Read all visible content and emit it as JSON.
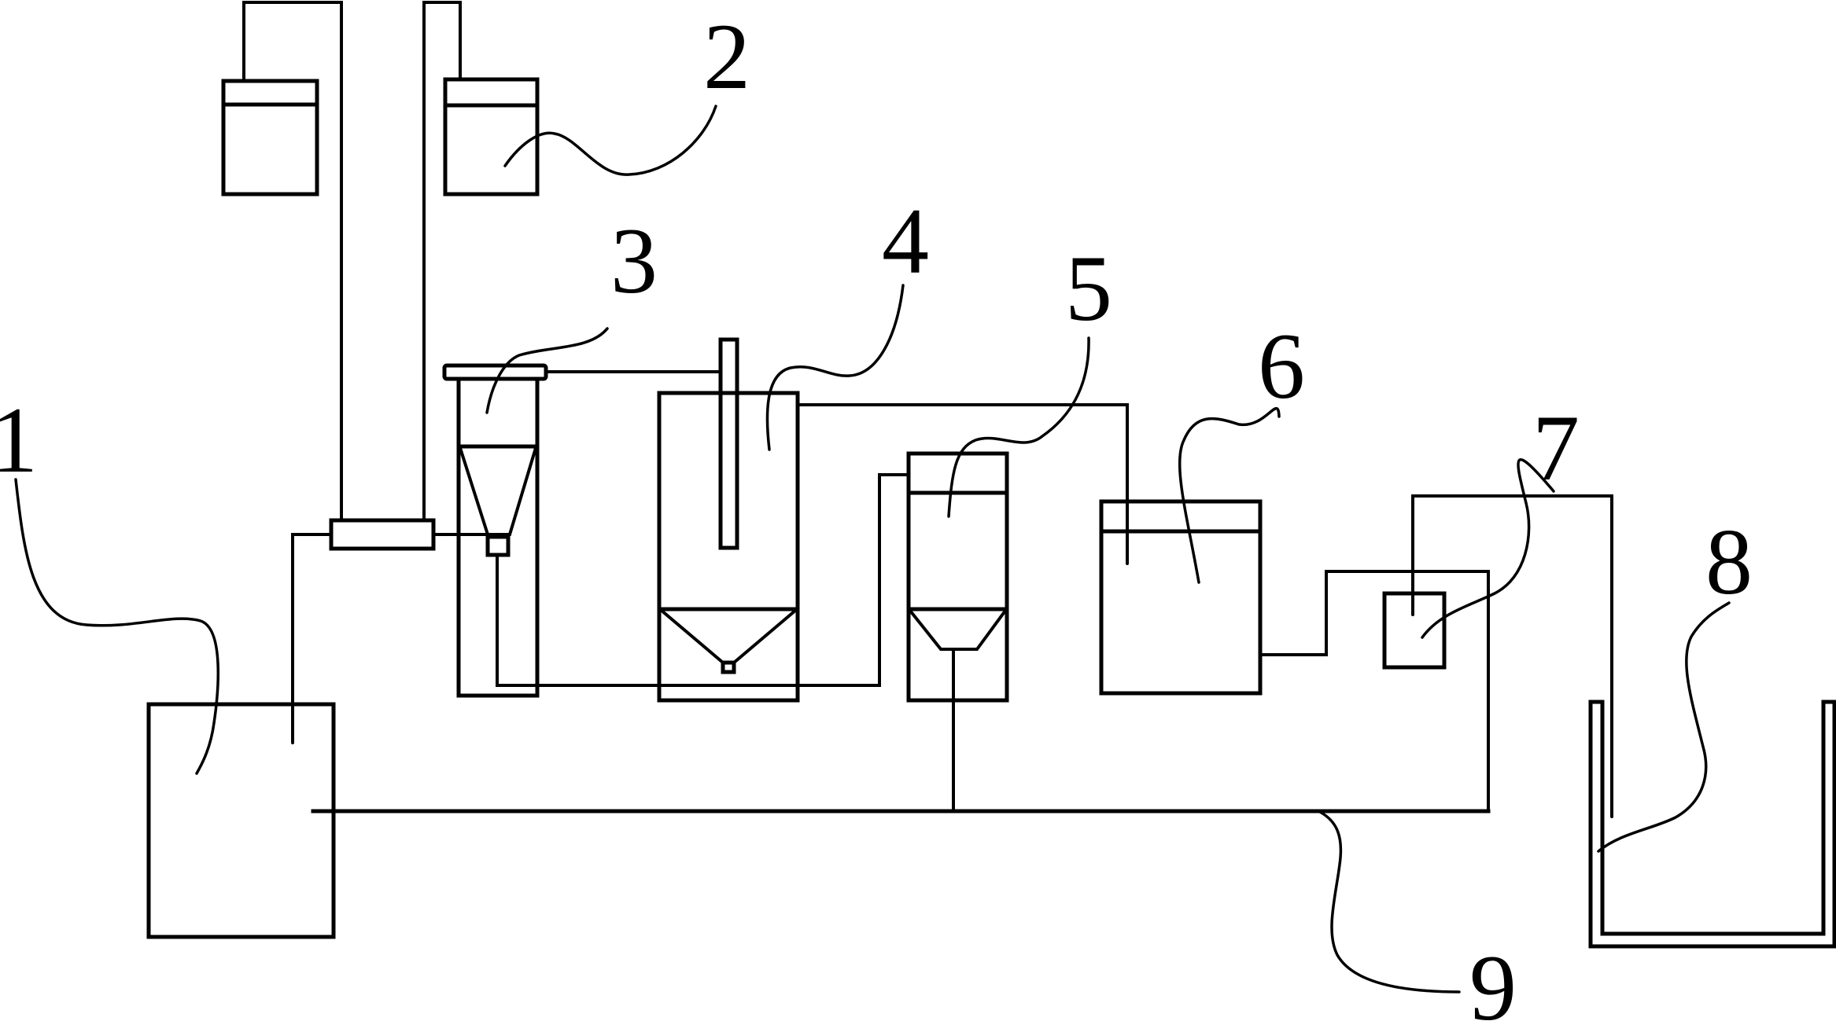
{
  "figure": {
    "type": "process-flow schematic",
    "line_color": "#000000",
    "background": "#ffffff"
  },
  "components": [
    {
      "id": "1",
      "label": "1",
      "name": "storage tank"
    },
    {
      "id": "2",
      "label": "2",
      "name": "dosing reagent bottles"
    },
    {
      "id": "3",
      "label": "3",
      "name": "conical reaction column"
    },
    {
      "id": "4",
      "label": "4",
      "name": "settling tank with stirrer rod"
    },
    {
      "id": "5",
      "label": "5",
      "name": "hopper settler"
    },
    {
      "id": "6",
      "label": "6",
      "name": "intermediate tank"
    },
    {
      "id": "7",
      "label": "7",
      "name": "pump unit"
    },
    {
      "id": "8",
      "label": "8",
      "name": "collection trough"
    },
    {
      "id": "9",
      "label": "9",
      "name": "return pipeline"
    }
  ]
}
